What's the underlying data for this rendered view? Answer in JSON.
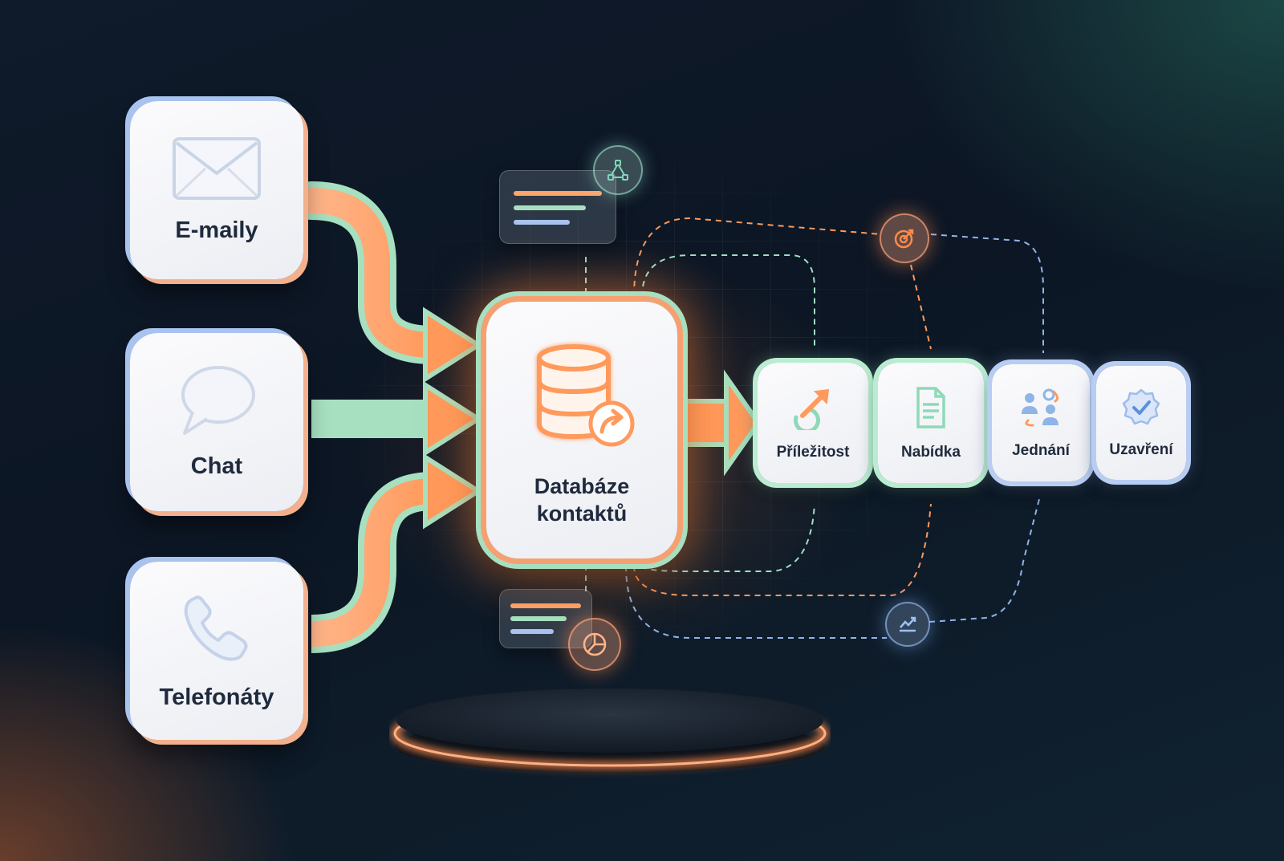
{
  "sources": [
    {
      "label": "E-maily",
      "icon": "envelope-icon"
    },
    {
      "label": "Chat",
      "icon": "chat-bubble-icon"
    },
    {
      "label": "Telefonáty",
      "icon": "phone-icon"
    }
  ],
  "hub": {
    "label": "Databáze kontaktů",
    "icon": "database-icon"
  },
  "stages": [
    {
      "label": "Příležitost",
      "icon": "target-arrow-icon"
    },
    {
      "label": "Nabídka",
      "icon": "document-icon"
    },
    {
      "label": "Jednání",
      "icon": "people-gear-icon"
    },
    {
      "label": "Uzavření",
      "icon": "check-badge-icon"
    }
  ],
  "floating_icons": [
    "network-nodes-icon",
    "target-icon",
    "trend-chart-icon",
    "pie-chart-icon"
  ],
  "colors": {
    "accent_orange": "#f6a071",
    "accent_green": "#a6e0c0",
    "accent_blue": "#a9c3ef",
    "card_text": "#1f2a3d"
  }
}
